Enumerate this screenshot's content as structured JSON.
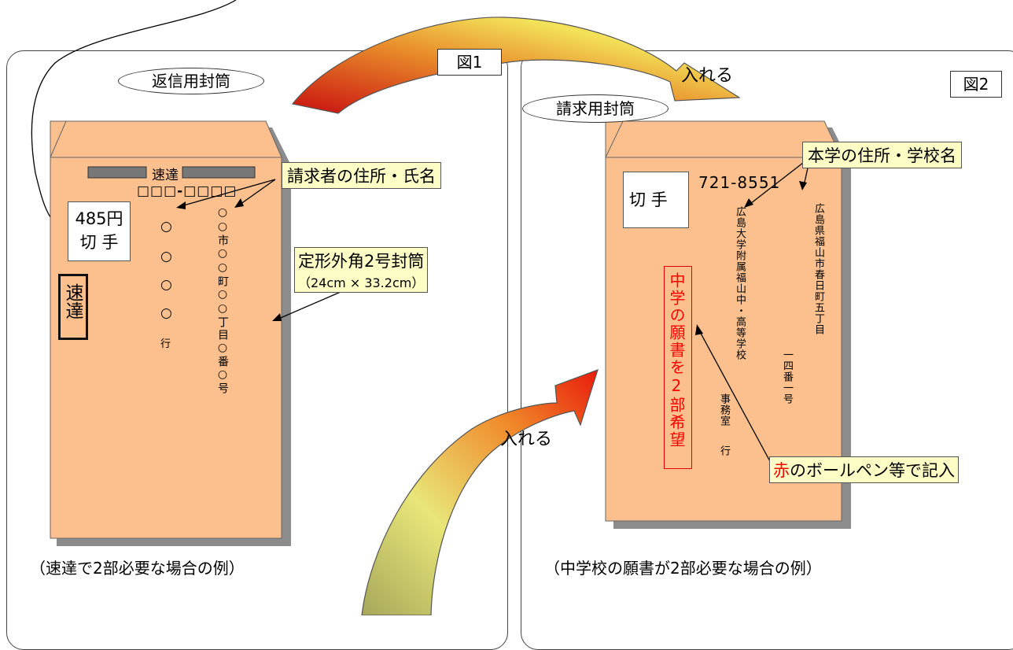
{
  "figure1": {
    "fig_label": "図1",
    "envelope_label": "返信用封筒",
    "express_header": "速達",
    "postal_code": "□□□-□□□□",
    "stamp": {
      "amount": "485円",
      "label": "切 手"
    },
    "express_stamp": "速達",
    "recipient_name_lines": [
      "○",
      "○",
      "○",
      "○"
    ],
    "recipient_suffix": "行",
    "address_vertical": "○○市○○町○○丁目○番○号",
    "callout_address": "請求者の住所・氏名",
    "callout_size_line1": "定形外角2号封筒",
    "callout_size_line2": "（24cm × 33.2cm）",
    "caption": "（速達で2部必要な場合の例）"
  },
  "figure2": {
    "fig_label": "図2",
    "envelope_label": "請求用封筒",
    "stamp_label": "切 手",
    "postal_code": "721-8551",
    "address_line1": "広島県福山市春日町五丁目",
    "address_line2": "一四番一号",
    "school_name": "広島大学附属福山中・高等学校",
    "office": "事務室",
    "suffix": "行",
    "red_note": "中学の願書を2部希望",
    "callout_school": "本学の住所・学校名",
    "callout_red_prefix": "赤",
    "callout_red_rest": "のボールペン等で記入",
    "caption": "（中学校の願書が2部必要な場合の例）"
  },
  "arrows": {
    "insert_top": "入れる",
    "insert_bottom": "入れる"
  },
  "colors": {
    "envelope": "#fbc08e",
    "callout_bg": "#fdfdc6",
    "red_text": "#ff0000"
  }
}
